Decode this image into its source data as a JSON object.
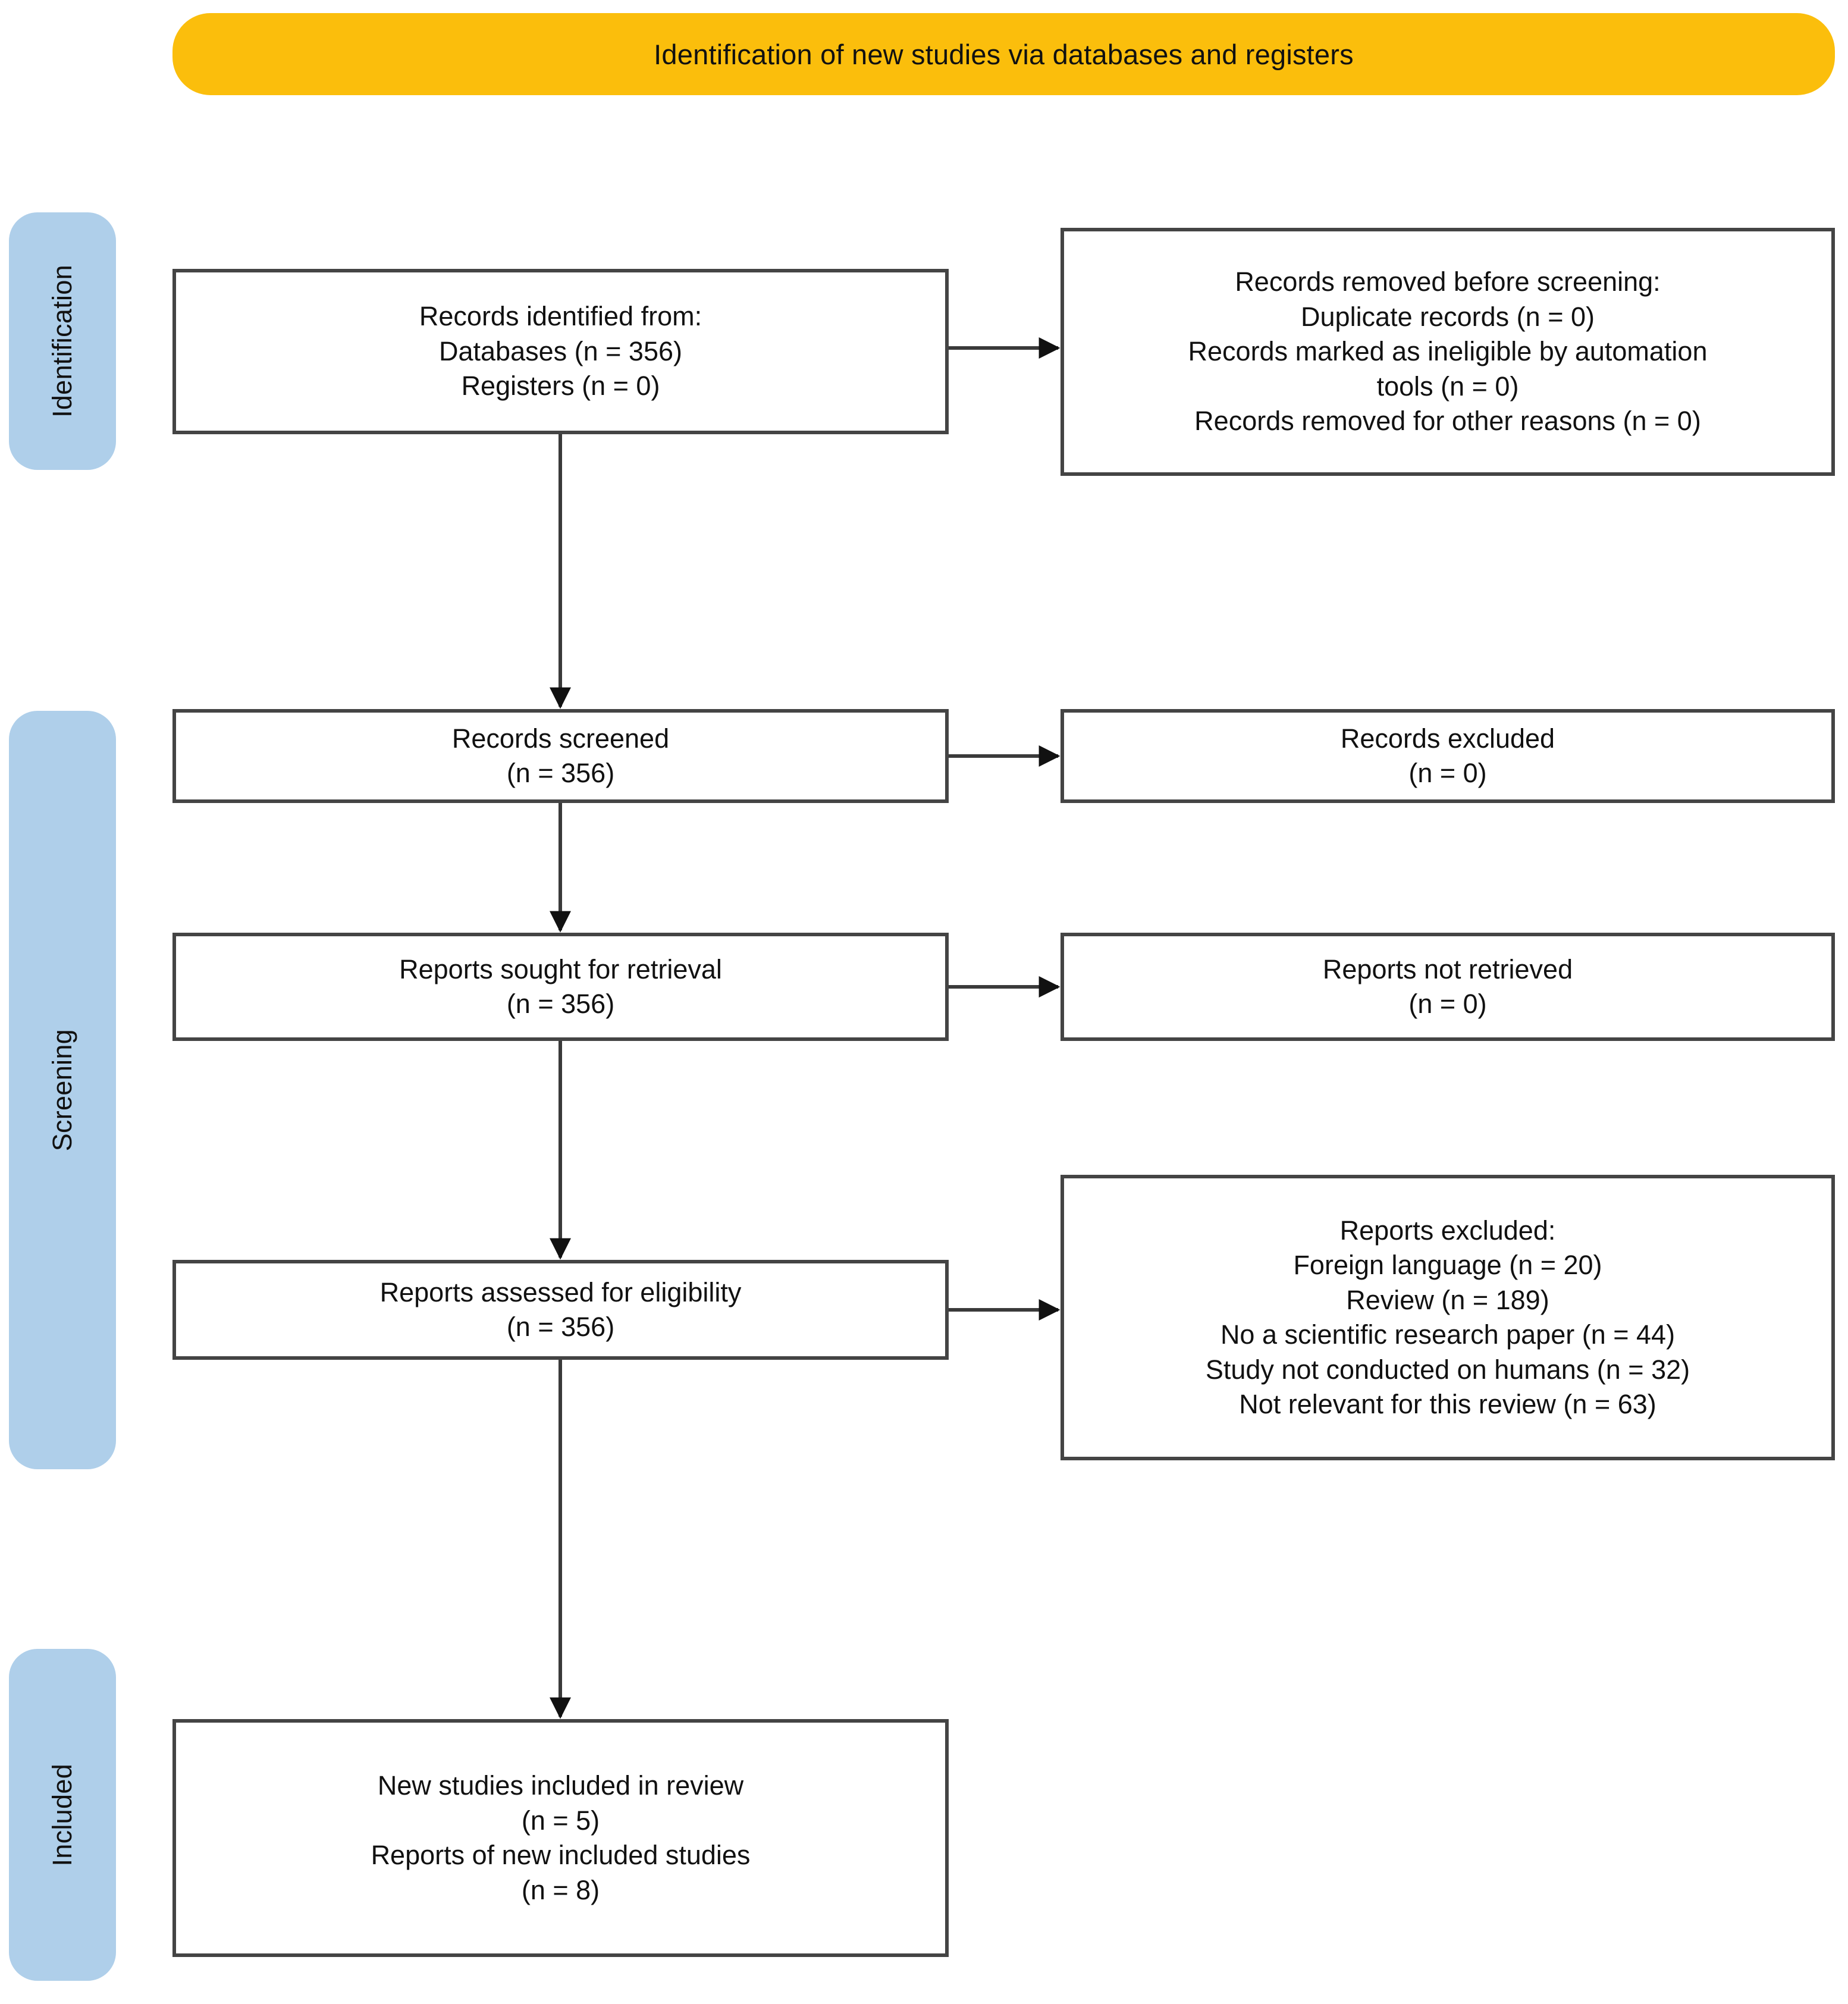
{
  "banner": {
    "title": "Identification of new studies via databases and registers",
    "color": "#FBBE0C"
  },
  "bands": {
    "color": "#AFCFEA",
    "identification": "Identification",
    "screening": "Screening",
    "included": "Included"
  },
  "chart_data": {
    "type": "diagram",
    "title": "Identification of new studies via databases and registers",
    "diagram_kind": "PRISMA 2020 flow diagram",
    "stages": [
      "Identification",
      "Screening",
      "Included"
    ],
    "nodes": [
      {
        "id": "identified",
        "stage": "Identification",
        "column": "left",
        "lines": [
          "Records identified from:",
          "Databases (n = 356)",
          "Registers (n = 0)"
        ],
        "counts": {
          "Databases": 356,
          "Registers": 0
        }
      },
      {
        "id": "removed",
        "stage": "Identification",
        "column": "right",
        "lines": [
          "Records removed before screening:",
          "Duplicate records (n = 0)",
          "Records marked as ineligible by automation",
          "tools (n = 0)",
          "Records removed for other reasons (n = 0)"
        ],
        "counts": {
          "Duplicate records": 0,
          "Records marked as ineligible by automation tools": 0,
          "Records removed for other reasons": 0
        }
      },
      {
        "id": "screened",
        "stage": "Screening",
        "column": "left",
        "lines": [
          "Records screened",
          "(n = 356)"
        ],
        "count": 356
      },
      {
        "id": "excluded-records",
        "stage": "Screening",
        "column": "right",
        "lines": [
          "Records excluded",
          "(n = 0)"
        ],
        "count": 0
      },
      {
        "id": "sought",
        "stage": "Screening",
        "column": "left",
        "lines": [
          "Reports sought for retrieval",
          "(n = 356)"
        ],
        "count": 356
      },
      {
        "id": "not-retrieved",
        "stage": "Screening",
        "column": "right",
        "lines": [
          "Reports not retrieved",
          "(n = 0)"
        ],
        "count": 0
      },
      {
        "id": "eligibility",
        "stage": "Screening",
        "column": "left",
        "lines": [
          "Reports assessed for eligibility",
          "(n = 356)"
        ],
        "count": 356
      },
      {
        "id": "reports-excluded",
        "stage": "Screening",
        "column": "right",
        "lines": [
          "Reports excluded:",
          "Foreign language (n = 20)",
          "Review (n = 189)",
          "No a scientific research paper (n = 44)",
          "Study not conducted on humans (n = 32)",
          "Not relevant for this review (n = 63)"
        ],
        "counts": {
          "Foreign language": 20,
          "Review": 189,
          "No a scientific research paper": 44,
          "Study not conducted on humans": 32,
          "Not relevant for this review": 63
        }
      },
      {
        "id": "included",
        "stage": "Included",
        "column": "left",
        "lines": [
          "New studies included in review",
          "(n = 5)",
          "Reports of new included studies",
          "(n = 8)"
        ],
        "counts": {
          "New studies included in review": 5,
          "Reports of new included studies": 8
        }
      }
    ],
    "edges": [
      {
        "from": "identified",
        "to": "removed",
        "direction": "right"
      },
      {
        "from": "identified",
        "to": "screened",
        "direction": "down"
      },
      {
        "from": "screened",
        "to": "excluded-records",
        "direction": "right"
      },
      {
        "from": "screened",
        "to": "sought",
        "direction": "down"
      },
      {
        "from": "sought",
        "to": "not-retrieved",
        "direction": "right"
      },
      {
        "from": "sought",
        "to": "eligibility",
        "direction": "down"
      },
      {
        "from": "eligibility",
        "to": "reports-excluded",
        "direction": "right"
      },
      {
        "from": "eligibility",
        "to": "included",
        "direction": "down"
      }
    ]
  },
  "boxes": {
    "identified": {
      "l1": "Records identified from:",
      "l2": "Databases (n = 356)",
      "l3": "Registers (n = 0)"
    },
    "removed": {
      "l1": "Records removed before screening:",
      "l2": "Duplicate records (n = 0)",
      "l3": "Records marked as ineligible by automation",
      "l4": "tools (n = 0)",
      "l5": "Records removed for other reasons (n = 0)"
    },
    "screened": {
      "l1": "Records screened",
      "l2": "(n = 356)"
    },
    "excluded_records": {
      "l1": "Records excluded",
      "l2": "(n = 0)"
    },
    "sought": {
      "l1": "Reports sought for retrieval",
      "l2": "(n = 356)"
    },
    "not_retrieved": {
      "l1": "Reports not retrieved",
      "l2": "(n = 0)"
    },
    "eligibility": {
      "l1": "Reports assessed for eligibility",
      "l2": "(n = 356)"
    },
    "reports_excluded": {
      "l1": "Reports excluded:",
      "l2": "Foreign language (n = 20)",
      "l3": "Review (n = 189)",
      "l4": "No a scientific research paper (n = 44)",
      "l5": "Study not conducted on humans (n = 32)",
      "l6": "Not relevant for this review (n = 63)"
    },
    "included": {
      "l1": "New studies included in review",
      "l2": "(n = 5)",
      "l3": "Reports of new included studies",
      "l4": "(n = 8)"
    }
  }
}
